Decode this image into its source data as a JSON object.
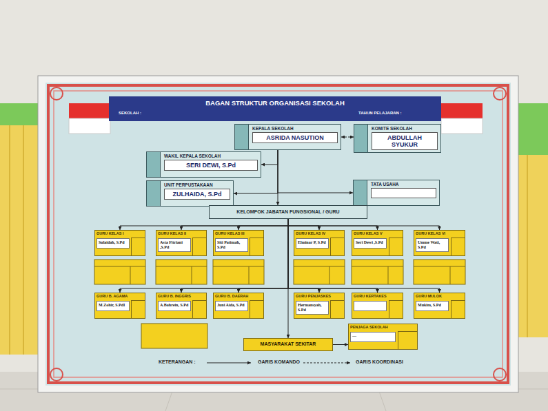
{
  "diagram": {
    "title": "BAGAN STRUKTUR ORGANISASI SEKOLAH",
    "nodes": [
      {
        "text": [
          "KEPALA SEKOLAH",
          "ASRIDA NASUTION"
        ]
      },
      {
        "text": [
          "KOMITE SEKOLAH",
          "ABDULLAH SYUKUR"
        ]
      },
      {
        "text": [
          "WAKIL KEPALA SEKOLAH",
          "SERI DEWI, S.Pd"
        ]
      },
      {
        "text": [
          "UNIT PERPUSTAKAAN",
          "ZULHAIDA, S.Pd"
        ]
      },
      {
        "text": [
          "TATA USAHA"
        ]
      },
      {
        "text": [
          "KELOMPOK JABATAN FUNGSIONAL / GURU"
        ]
      },
      {
        "text": [
          "GURU KELAS I",
          "Sulaidah, S.Pd"
        ]
      },
      {
        "text": [
          "GURU KELAS II",
          "Asta Fitriani ,S.Pd"
        ]
      },
      {
        "text": [
          "GURU KELAS III",
          "Siti Patimah, S.Pd"
        ]
      },
      {
        "text": [
          "GURU KELAS IV",
          "Elminar P, S.Pd"
        ]
      },
      {
        "text": [
          "GURU KELAS V",
          "Seri Dewi ,S.Pd"
        ]
      },
      {
        "text": [
          "GURU KELAS VI",
          "Umme Wati, S.Pd"
        ]
      },
      {
        "text": [
          "GURU B. AGAMA",
          "M.Zohir, S.PdI"
        ]
      },
      {
        "text": [
          "GURU B. INGGRIS",
          "A.Bahrein, S.Pd"
        ]
      },
      {
        "text": [
          "GURU B. DAERAH",
          "Juni Aida, S.Pd"
        ]
      },
      {
        "text": [
          "GURU PENJASKES",
          "Hermansyah, S.Pd"
        ]
      },
      {
        "text": [
          "GURU KERTAKES"
        ]
      },
      {
        "text": [
          "GURU MULOK",
          "Mukim, S.Pd"
        ]
      },
      {
        "text": [
          "PENJAGA SEKOLAH",
          "—"
        ]
      },
      {
        "text": [
          "MASYARAKAT SEKITAR"
        ]
      }
    ],
    "edges": [
      {
        "from": 0,
        "to": 1,
        "arrow": "both"
      },
      {
        "from": 0,
        "to": 2,
        "arrow": "to"
      },
      {
        "from": 0,
        "to": 3,
        "arrow": "to"
      },
      {
        "from": 0,
        "to": 4,
        "arrow": "to"
      },
      {
        "from": 0,
        "to": 5,
        "arrow": "to"
      },
      {
        "from": 5,
        "to": 6,
        "arrow": "to"
      },
      {
        "from": 5,
        "to": 7,
        "arrow": "to"
      },
      {
        "from": 5,
        "to": 8,
        "arrow": "to"
      },
      {
        "from": 5,
        "to": 9,
        "arrow": "to"
      },
      {
        "from": 5,
        "to": 10,
        "arrow": "to"
      },
      {
        "from": 5,
        "to": 11,
        "arrow": "to"
      },
      {
        "from": 5,
        "to": 12,
        "arrow": "to"
      },
      {
        "from": 5,
        "to": 13,
        "arrow": "to"
      },
      {
        "from": 5,
        "to": 14,
        "arrow": "to"
      },
      {
        "from": 5,
        "to": 15,
        "arrow": "to"
      },
      {
        "from": 5,
        "to": 16,
        "arrow": "to"
      },
      {
        "from": 5,
        "to": 17,
        "arrow": "to"
      },
      {
        "from": 5,
        "to": 19,
        "arrow": "to"
      },
      {
        "from": 19,
        "to": 18,
        "arrow": "to"
      }
    ],
    "labels": [
      "SEKOLAH :",
      "TAHUN PELAJARAN :",
      "KETERANGAN :"
    ],
    "legend": [
      {
        "text": "GARIS KOMANDO"
      },
      {
        "text": "GARIS KOORDINASI"
      }
    ]
  }
}
